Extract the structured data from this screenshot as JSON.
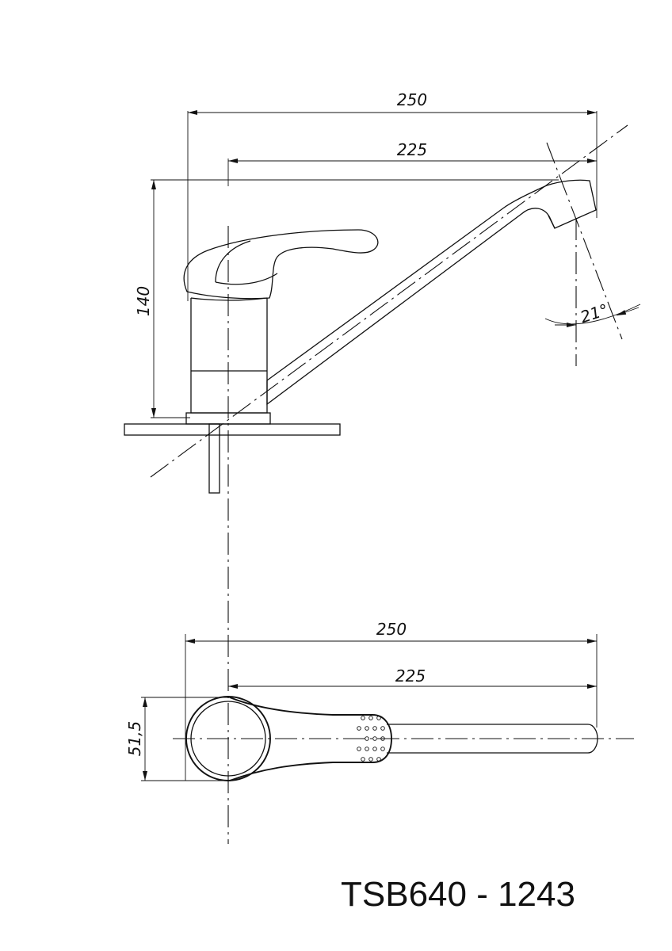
{
  "side_view": {
    "dimensions": {
      "overall_length": "250",
      "spout_reach": "225",
      "height": "140",
      "outlet_angle": "21°"
    }
  },
  "top_view": {
    "dimensions": {
      "overall_length": "250",
      "spout_reach": "225",
      "body_width": "51,5"
    }
  },
  "model_code": "TSB640 - 1243"
}
